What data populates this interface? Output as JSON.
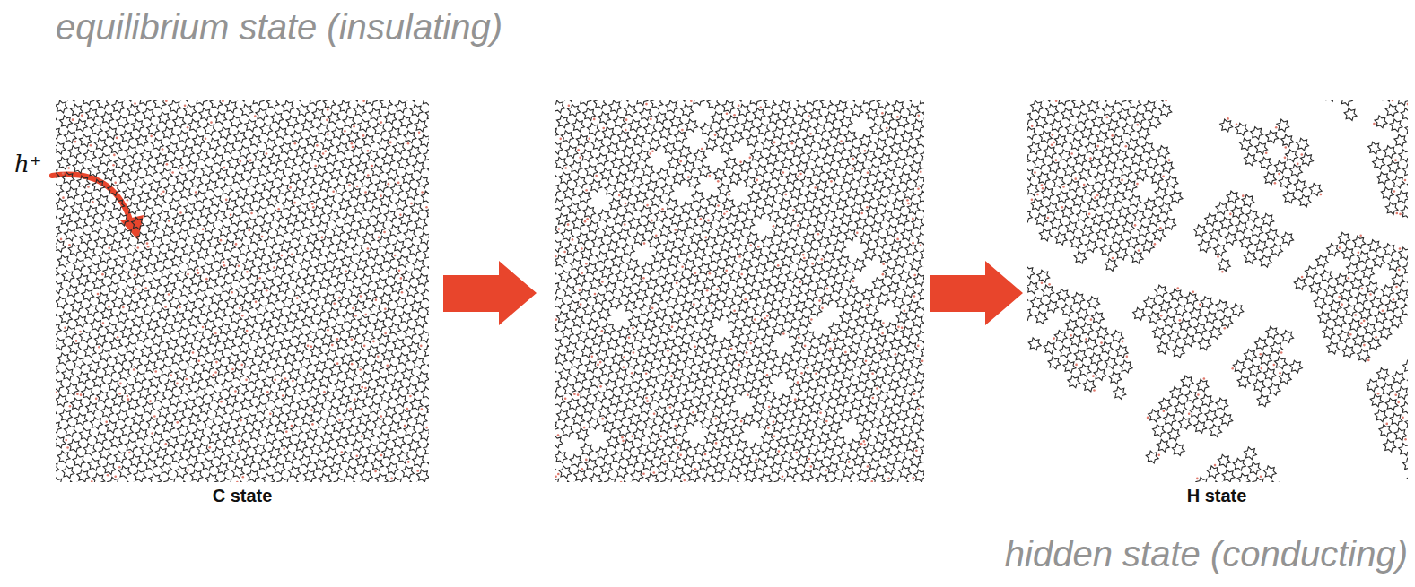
{
  "diagram": {
    "labels": [
      "equilibrium state (insulating)",
      "h⁺",
      "C state",
      "H state",
      "hidden state (conducting)"
    ]
  }
}
